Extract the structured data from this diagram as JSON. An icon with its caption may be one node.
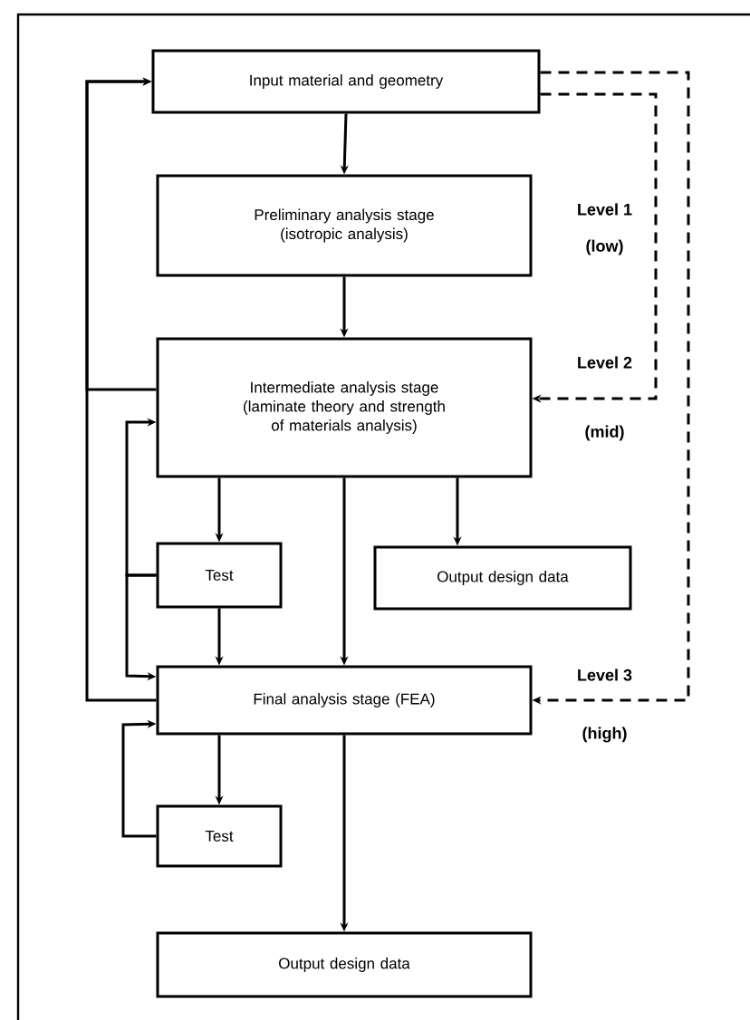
{
  "diagram": {
    "nodes": [
      {
        "text": [
          "Input material and geometry"
        ]
      },
      {
        "text": [
          "Preliminary analysis stage",
          "(isotropic analysis)"
        ],
        "beside": [
          "Level 1",
          "(low)"
        ]
      },
      {
        "text": [
          "Intermediate analysis stage",
          "(laminate theory and strength of materials analysis)"
        ],
        "beside": [
          "Level 2",
          "(mid)"
        ]
      },
      {
        "text": [
          "Test"
        ]
      },
      {
        "text": [
          "Output design data"
        ]
      },
      {
        "text": [
          "Final analysis stage (FEA)"
        ],
        "beside": [
          "Level 3",
          "(high)"
        ]
      },
      {
        "text": [
          "Test"
        ]
      },
      {
        "text": [
          "Output design data"
        ]
      }
    ],
    "edges": [
      {
        "from": 0,
        "to": 1,
        "arrow": "to"
      },
      {
        "from": 1,
        "to": 2,
        "arrow": "to"
      },
      {
        "from": 2,
        "to": 3,
        "arrow": "to"
      },
      {
        "from": 2,
        "to": 5,
        "arrow": "to"
      },
      {
        "from": 2,
        "to": 4,
        "arrow": "to"
      },
      {
        "from": 3,
        "to": 5,
        "arrow": "to"
      },
      {
        "from": 3,
        "to": 2,
        "arrow": "to"
      },
      {
        "from": 3,
        "to": 5,
        "arrow": "to"
      },
      {
        "from": 5,
        "to": 0,
        "arrow": "to"
      },
      {
        "from": 2,
        "to": 0,
        "arrow": "to"
      },
      {
        "from": 5,
        "to": 6,
        "arrow": "to"
      },
      {
        "from": 6,
        "to": 5,
        "arrow": "to"
      },
      {
        "from": 5,
        "to": 7,
        "arrow": "to"
      },
      {
        "from": 0,
        "to": 5,
        "arrow": "to",
        "style": "dashed"
      },
      {
        "from": 0,
        "to": 2,
        "arrow": "to",
        "style": "dashed"
      }
    ]
  }
}
